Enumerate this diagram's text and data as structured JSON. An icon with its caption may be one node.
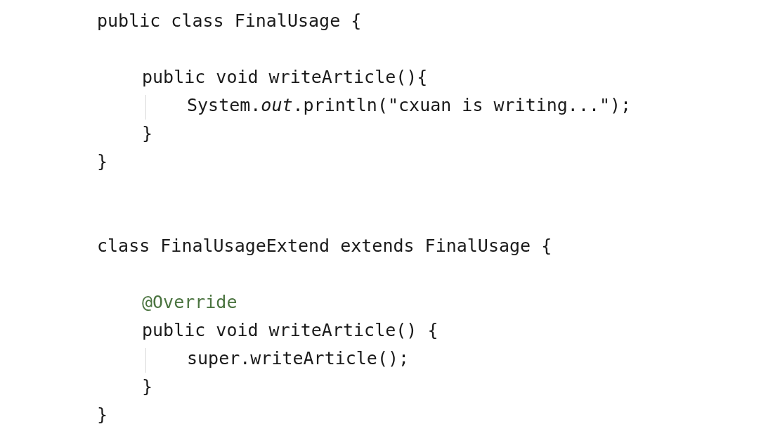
{
  "diagram": {
    "labels": [
      "public class FinalUsage {",
      "public void writeArticle(){",
      "System.*out*.println(\"cxuan is writing...\");",
      "}",
      "}",
      "class FinalUsageExtend extends FinalUsage {",
      "@Override",
      "public void writeArticle() {",
      "super.writeArticle();",
      "}",
      "}"
    ]
  }
}
